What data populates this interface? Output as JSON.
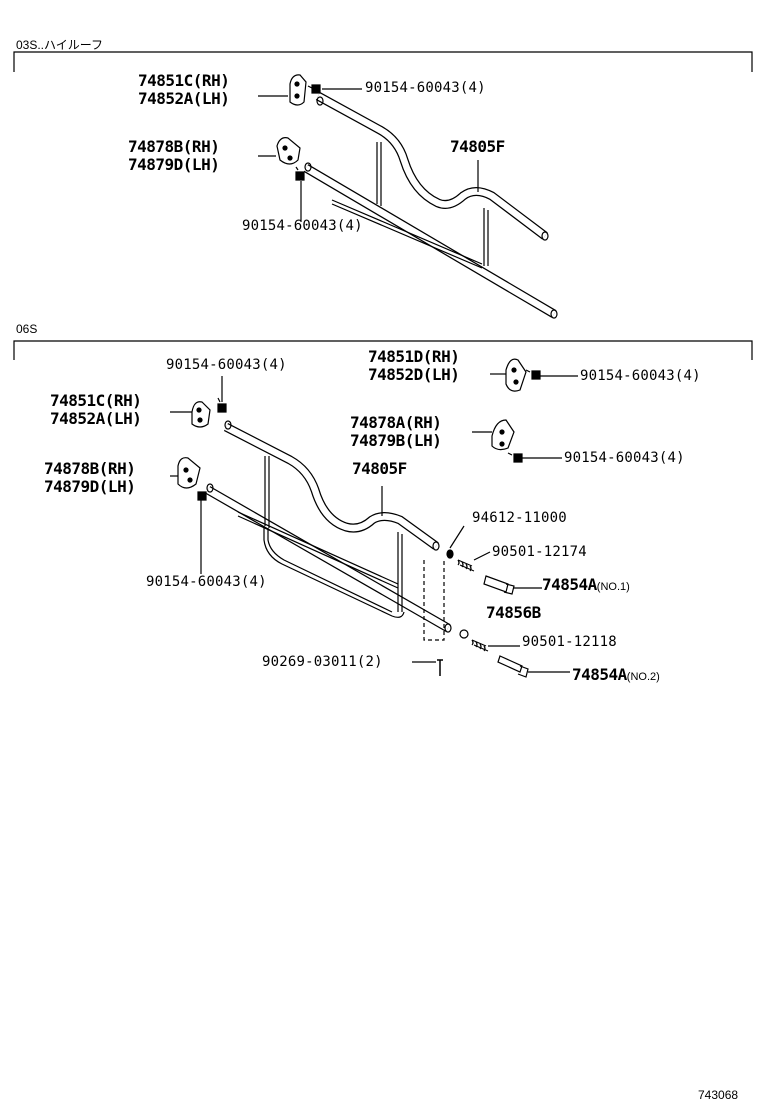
{
  "sections": {
    "top_title": "03S..ハイルーフ",
    "bottom_title": "06S"
  },
  "top_labels": {
    "p74851c": "74851C(RH)",
    "p74852a": "74852A(LH)",
    "p74878b": "74878B(RH)",
    "p74879d": "74879D(LH)",
    "bolt_a": "90154-60043(4)",
    "bolt_b": "90154-60043(4)",
    "p74805f": "74805F"
  },
  "bottom_labels": {
    "bolt_top": "90154-60043(4)",
    "p74851d": "74851D(RH)",
    "p74852d": "74852D(LH)",
    "bolt_right1": "90154-60043(4)",
    "p74851c": "74851C(RH)",
    "p74852a": "74852A(LH)",
    "p74878a": "74878A(RH)",
    "p74879b": "74879B(LH)",
    "bolt_right2": "90154-60043(4)",
    "p74878b": "74878B(RH)",
    "p74879d": "74879D(LH)",
    "p74805f": "74805F",
    "p94612": "94612-11000",
    "p90501a": "90501-12174",
    "p74854a1": "74854A",
    "no1": "(NO.1)",
    "bolt_left": "90154-60043(4)",
    "p74856b": "74856B",
    "p90501b": "90501-12118",
    "p90269": "90269-03011(2)",
    "p74854a2": "74854A",
    "no2": "(NO.2)"
  },
  "figure_number": "743068"
}
